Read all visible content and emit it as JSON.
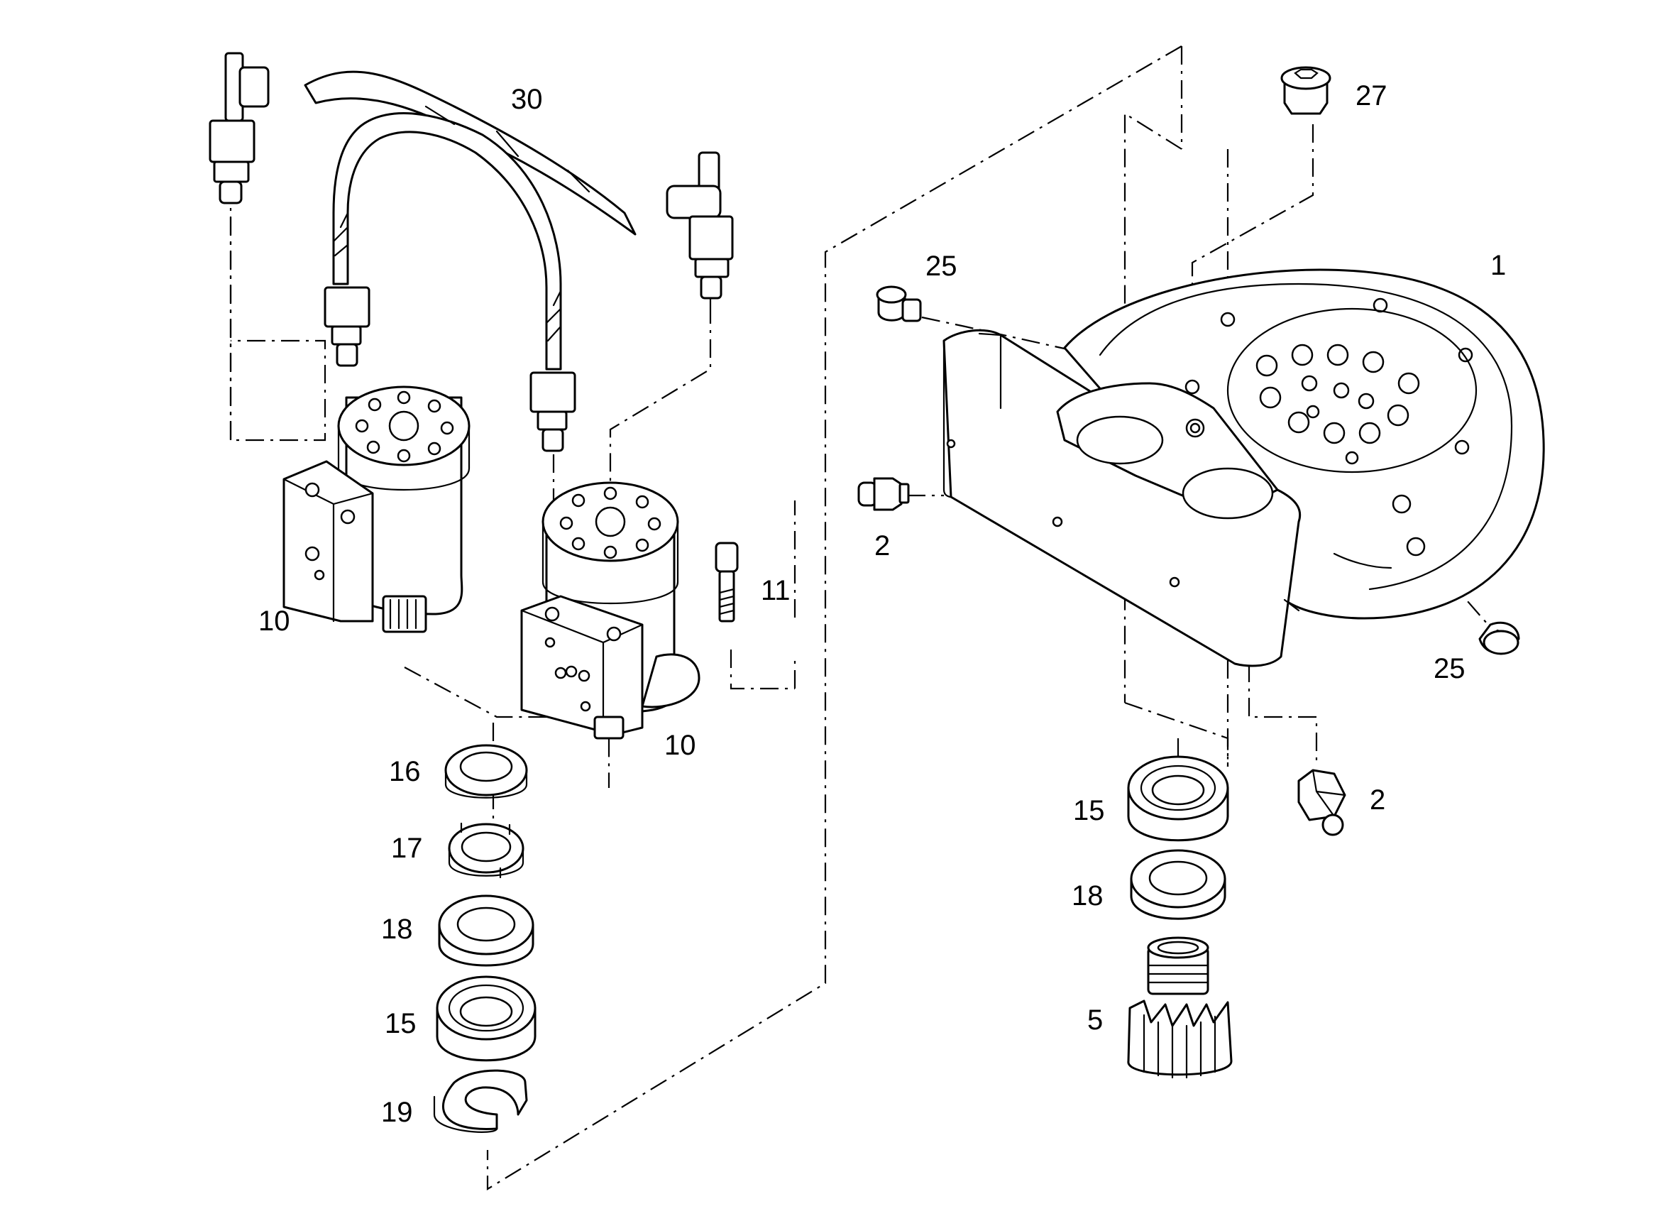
{
  "diagram": {
    "callouts": [
      {
        "id": "c30",
        "label": "30"
      },
      {
        "id": "c27",
        "label": "27"
      },
      {
        "id": "c25a",
        "label": "25"
      },
      {
        "id": "c1",
        "label": "1"
      },
      {
        "id": "c2a",
        "label": "2"
      },
      {
        "id": "c11",
        "label": "11"
      },
      {
        "id": "c10a",
        "label": "10"
      },
      {
        "id": "c10b",
        "label": "10"
      },
      {
        "id": "c25b",
        "label": "25"
      },
      {
        "id": "c16",
        "label": "16"
      },
      {
        "id": "c2b",
        "label": "2"
      },
      {
        "id": "c15a",
        "label": "15"
      },
      {
        "id": "c17",
        "label": "17"
      },
      {
        "id": "c18a",
        "label": "18"
      },
      {
        "id": "c18b",
        "label": "18"
      },
      {
        "id": "c15b",
        "label": "15"
      },
      {
        "id": "c5",
        "label": "5"
      },
      {
        "id": "c19",
        "label": "19"
      }
    ]
  }
}
